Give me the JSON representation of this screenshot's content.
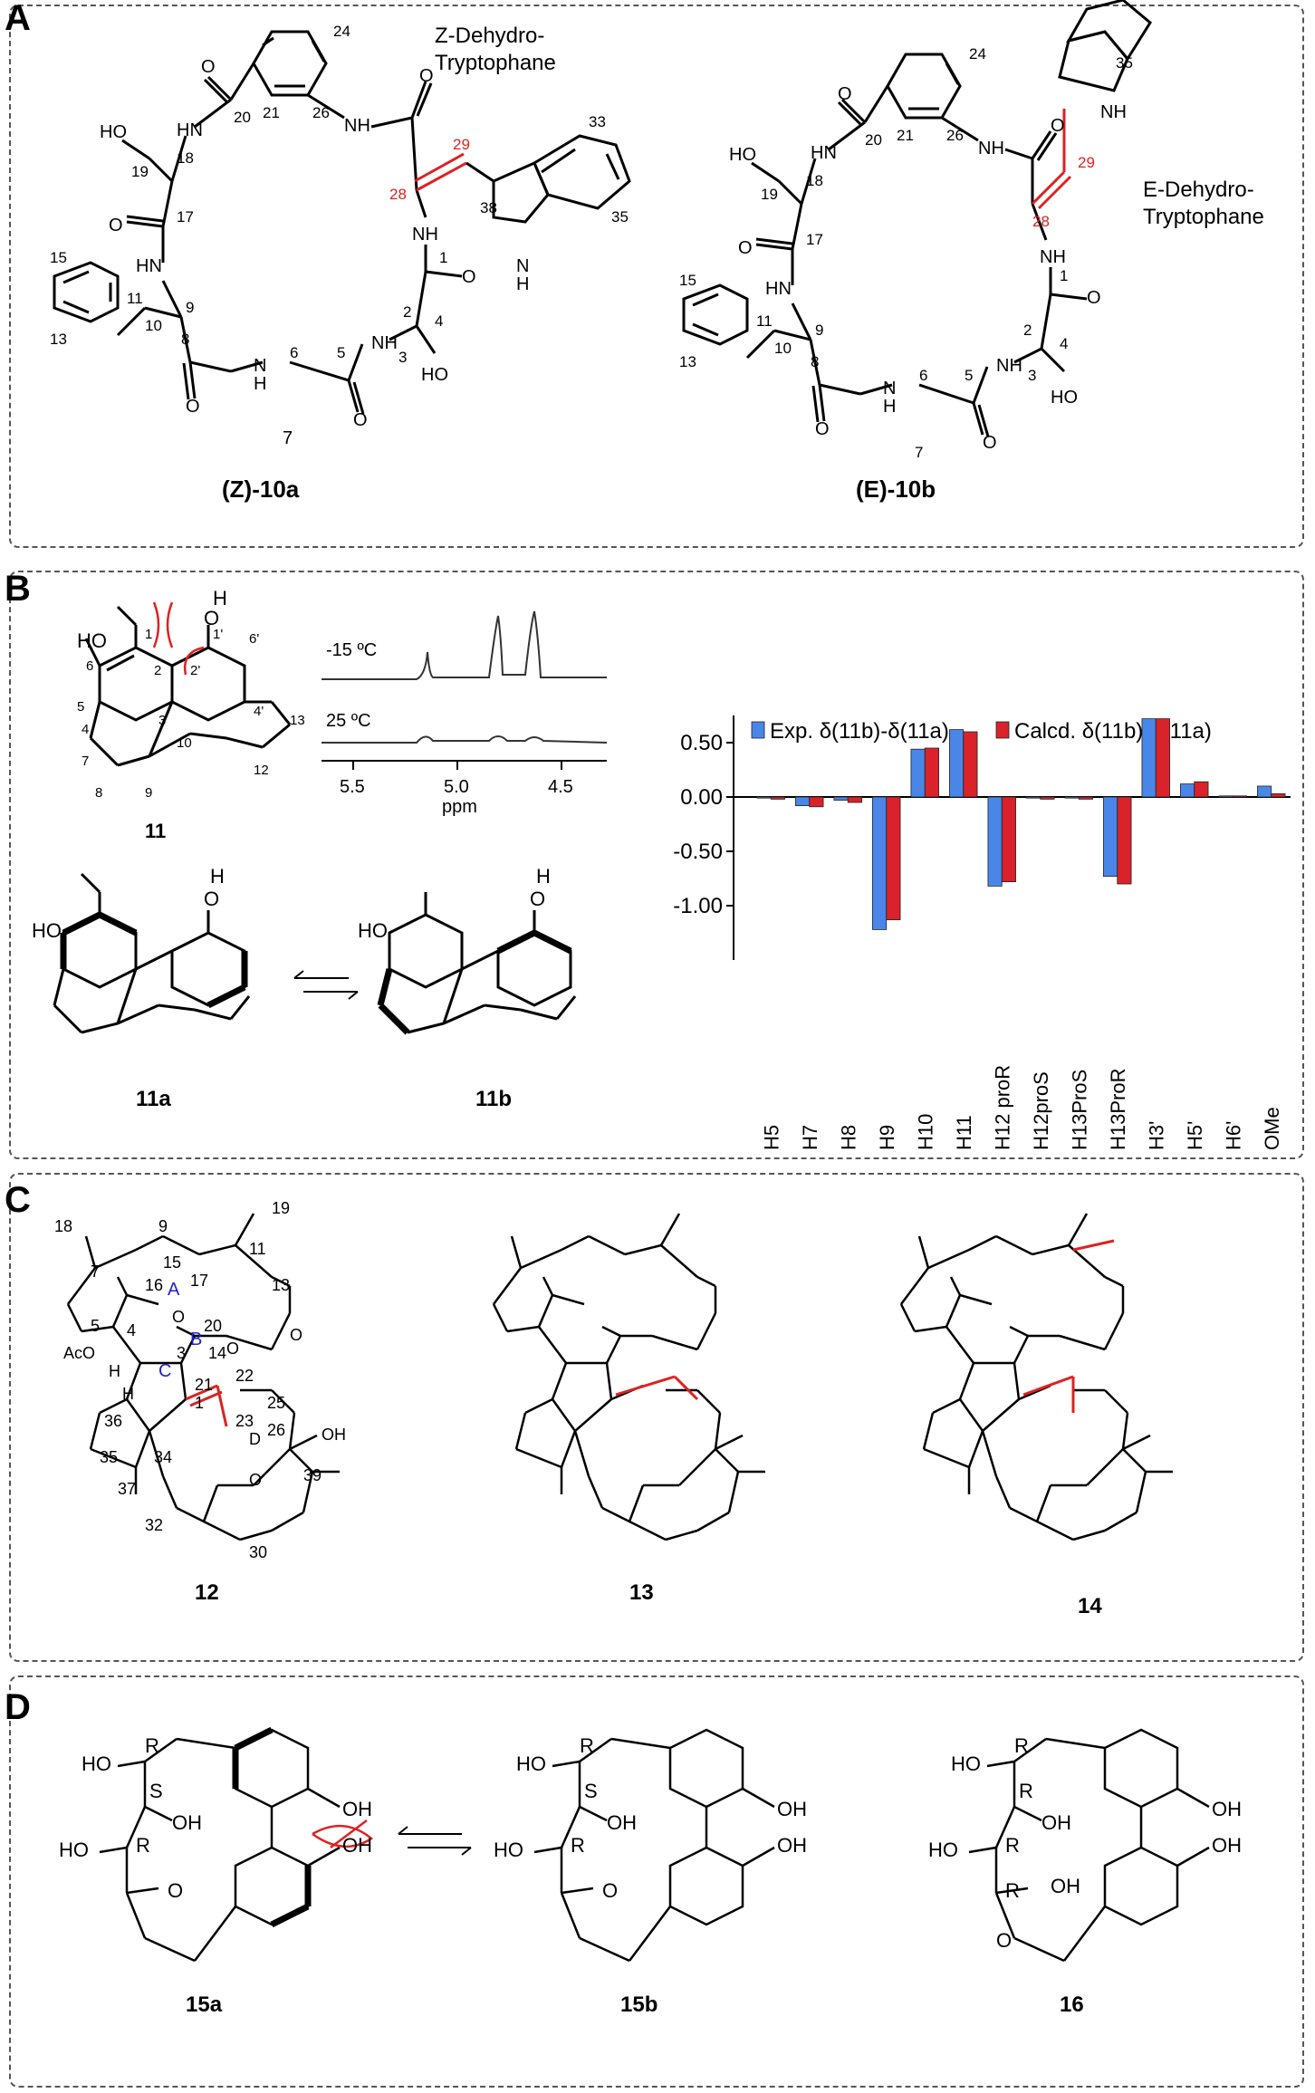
{
  "panels": {
    "A": {
      "label": "A",
      "z_note": "Z-Dehydro-\nTryptophane",
      "e_note": "E-Dehydro-\nTryptophane",
      "left_name": "(Z)-10a",
      "right_name": "(E)-10b"
    },
    "B": {
      "label": "B",
      "spectrum": {
        "temp_low": "-15 ºC",
        "temp_high": "25 ºC",
        "ticks": [
          "5.5",
          "5.0",
          "4.5"
        ],
        "unit": "ppm"
      },
      "compound_label": "11",
      "conformer_a": "11a",
      "conformer_b": "11b"
    },
    "C": {
      "label": "C",
      "compounds": [
        "12",
        "13",
        "14"
      ]
    },
    "D": {
      "label": "D",
      "compounds": [
        "15a",
        "15b",
        "16"
      ]
    }
  },
  "chart_data": {
    "type": "bar",
    "categories": [
      "H5",
      "H7",
      "H8",
      "H9",
      "H10",
      "H11",
      "H12 proR",
      "H12proS",
      "H13ProS",
      "H13ProR",
      "H3'",
      "H5'",
      "H6'",
      "OMe"
    ],
    "series": [
      {
        "name": "Exp. δ(11b)-δ(11a)",
        "color": "#4a86e8",
        "values": [
          -0.01,
          -0.08,
          -0.03,
          -1.22,
          0.44,
          0.62,
          -0.82,
          -0.01,
          -0.01,
          -0.73,
          0.72,
          0.12,
          0.01,
          0.1
        ]
      },
      {
        "name": "Calcd. δ(11b)-δ(11a)",
        "color": "#d9222a",
        "values": [
          -0.02,
          -0.09,
          -0.05,
          -1.13,
          0.45,
          0.6,
          -0.78,
          -0.02,
          -0.02,
          -0.8,
          0.72,
          0.14,
          0.01,
          0.03
        ]
      }
    ],
    "yticks": [
      0.5,
      0.0,
      -0.5,
      -1.0
    ],
    "ytick_labels": [
      "0.50",
      "0.00",
      "-0.50",
      "-1.00"
    ],
    "ylim": [
      -1.5,
      0.75
    ]
  }
}
